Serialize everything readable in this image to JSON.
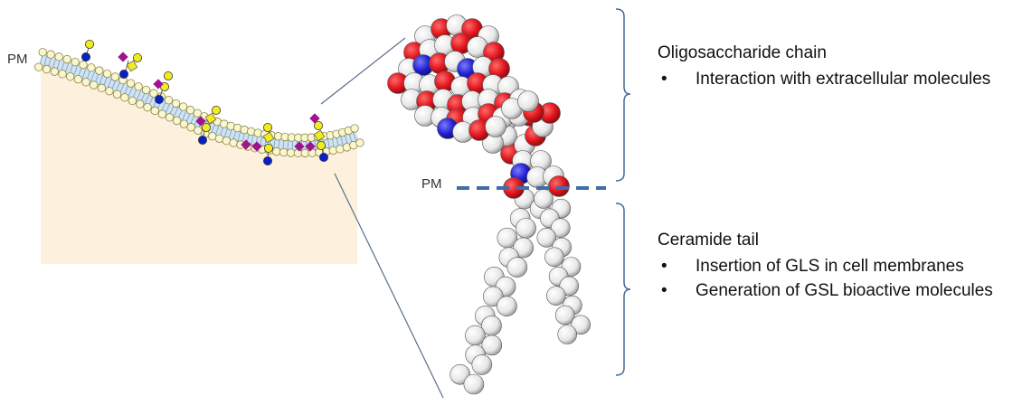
{
  "labels": {
    "pm_left": "PM",
    "pm_right": "PM"
  },
  "oligosaccharide": {
    "heading": "Oligosaccharide chain",
    "bullets": [
      "Interaction with extracellular molecules"
    ]
  },
  "ceramide": {
    "heading": "Ceramide tail",
    "bullets": [
      "Insertion of GLS in cell membranes",
      "Generation of GSL bioactive molecules"
    ]
  },
  "colors": {
    "cytoplasm": "#fdf0dc",
    "lipid_head": "#fbf6cc",
    "membrane_core": "#cfe3f3",
    "galactose_yellow": "#f2ec1c",
    "glucose_blue": "#0b1fc9",
    "sialic_purple": "#a0138e",
    "oxygen_red": "#e0141c",
    "nitrogen_blue": "#2020d0",
    "carbon_white": "#f4f4f4",
    "dashed_pm": "#3f6da8"
  }
}
